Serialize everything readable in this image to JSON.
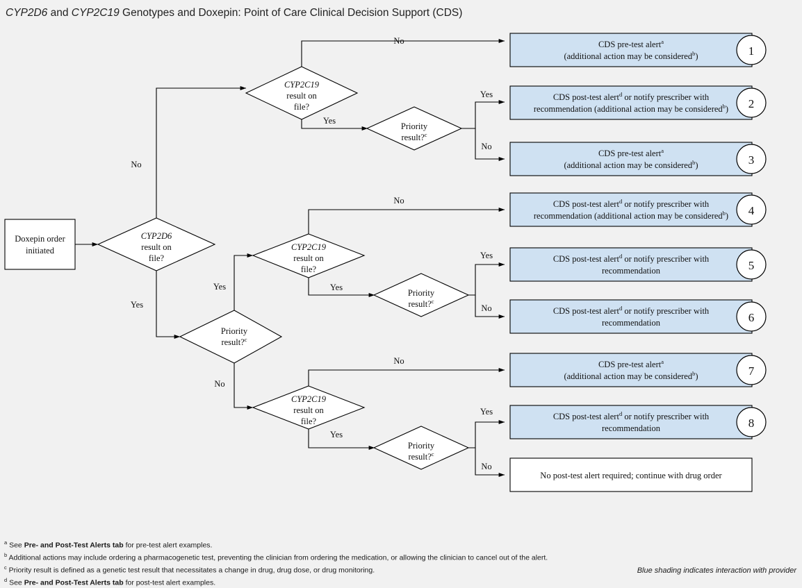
{
  "title": {
    "gene1": "CYP2D6",
    "mid": " and ",
    "gene2": "CYP2C19",
    "rest": " Genotypes and Doxepin: Point of Care Clinical Decision Support (CDS)",
    "full": "CYP2D6 and CYP2C19 Genotypes and Doxepin: Point of Care Clinical Decision Support (CDS)"
  },
  "colors": {
    "background": "#f1f1f1",
    "provider_blue": "#cfe1f2",
    "stroke": "#000000",
    "plain_white": "#ffffff"
  },
  "start_node": {
    "line1": "Doxepin order",
    "line2": "initiated"
  },
  "decisions": [
    {
      "id": "d-cyp2d6",
      "line1": "CYP2D6",
      "line2": "result on",
      "line3": "file?",
      "gene_italic": true
    },
    {
      "id": "d-cyp2c19-top",
      "line1": "CYP2C19",
      "line2": "result on",
      "line3": "file?",
      "gene_italic": true
    },
    {
      "id": "d-priority-1",
      "line1": "Priority",
      "line2": "result?",
      "sup": "c",
      "gene_italic": false
    },
    {
      "id": "d-priority-main",
      "line1": "Priority",
      "line2": "result?",
      "sup": "c",
      "gene_italic": false
    },
    {
      "id": "d-cyp2c19-mid",
      "line1": "CYP2C19",
      "line2": "result on",
      "line3": "file?",
      "gene_italic": true
    },
    {
      "id": "d-priority-2",
      "line1": "Priority",
      "line2": "result?",
      "sup": "c",
      "gene_italic": false
    },
    {
      "id": "d-cyp2c19-bot",
      "line1": "CYP2C19",
      "line2": "result on",
      "line3": "file?",
      "gene_italic": true
    },
    {
      "id": "d-priority-3",
      "line1": "Priority",
      "line2": "result?",
      "sup": "c",
      "gene_italic": false
    }
  ],
  "outcomes": [
    {
      "number": "1",
      "shaded": true,
      "lines": [
        {
          "text": "CDS pre-test alert",
          "sup": "a"
        },
        {
          "text": "(additional action may be considered",
          "sup": "b",
          "tail": ")"
        }
      ]
    },
    {
      "number": "2",
      "shaded": true,
      "lines": [
        {
          "text": "CDS post-test alert",
          "sup": "d",
          "tail": " or notify prescriber with"
        },
        {
          "text": "recommendation (additional action may be considered",
          "sup": "b",
          "tail": ")"
        }
      ]
    },
    {
      "number": "3",
      "shaded": true,
      "lines": [
        {
          "text": "CDS pre-test alert",
          "sup": "a"
        },
        {
          "text": "(additional action may be considered",
          "sup": "b",
          "tail": ")"
        }
      ]
    },
    {
      "number": "4",
      "shaded": true,
      "lines": [
        {
          "text": "CDS post-test alert",
          "sup": "d",
          "tail": " or notify prescriber with"
        },
        {
          "text": "recommendation (additional action may be considered",
          "sup": "b",
          "tail": ")"
        }
      ]
    },
    {
      "number": "5",
      "shaded": true,
      "lines": [
        {
          "text": "CDS post-test alert",
          "sup": "d",
          "tail": " or notify prescriber with"
        },
        {
          "text": "recommendation"
        }
      ]
    },
    {
      "number": "6",
      "shaded": true,
      "lines": [
        {
          "text": "CDS post-test alert",
          "sup": "d",
          "tail": " or notify prescriber with"
        },
        {
          "text": "recommendation"
        }
      ]
    },
    {
      "number": "7",
      "shaded": true,
      "lines": [
        {
          "text": "CDS pre-test alert",
          "sup": "a"
        },
        {
          "text": "(additional action may be considered",
          "sup": "b",
          "tail": ")"
        }
      ]
    },
    {
      "number": "8",
      "shaded": true,
      "lines": [
        {
          "text": "CDS post-test alert",
          "sup": "d",
          "tail": " or notify prescriber with"
        },
        {
          "text": "recommendation"
        }
      ]
    },
    {
      "number": "",
      "shaded": false,
      "lines": [
        {
          "text": "No post-test alert required; continue with drug order"
        }
      ]
    }
  ],
  "edge_labels": {
    "yes": "Yes",
    "no": "No"
  },
  "footnotes": [
    {
      "marker": "a",
      "pre": "See ",
      "bold": "Pre- and Post-Test Alerts tab",
      "post": " for pre-test alert examples."
    },
    {
      "marker": "b",
      "pre": "Additional actions may include ordering a pharmacogenetic test, preventing the clinician from ordering the medication, or allowing the clinician to cancel out of the alert.",
      "bold": "",
      "post": ""
    },
    {
      "marker": "c",
      "pre": "Priority result is defined as a genetic test result that necessitates a change in drug, drug dose, or drug monitoring.",
      "bold": "",
      "post": ""
    },
    {
      "marker": "d",
      "pre": "See ",
      "bold": "Pre- and Post-Test Alerts tab",
      "post": " for post-test alert examples."
    }
  ],
  "legend_note": "Blue shading indicates interaction with provider"
}
